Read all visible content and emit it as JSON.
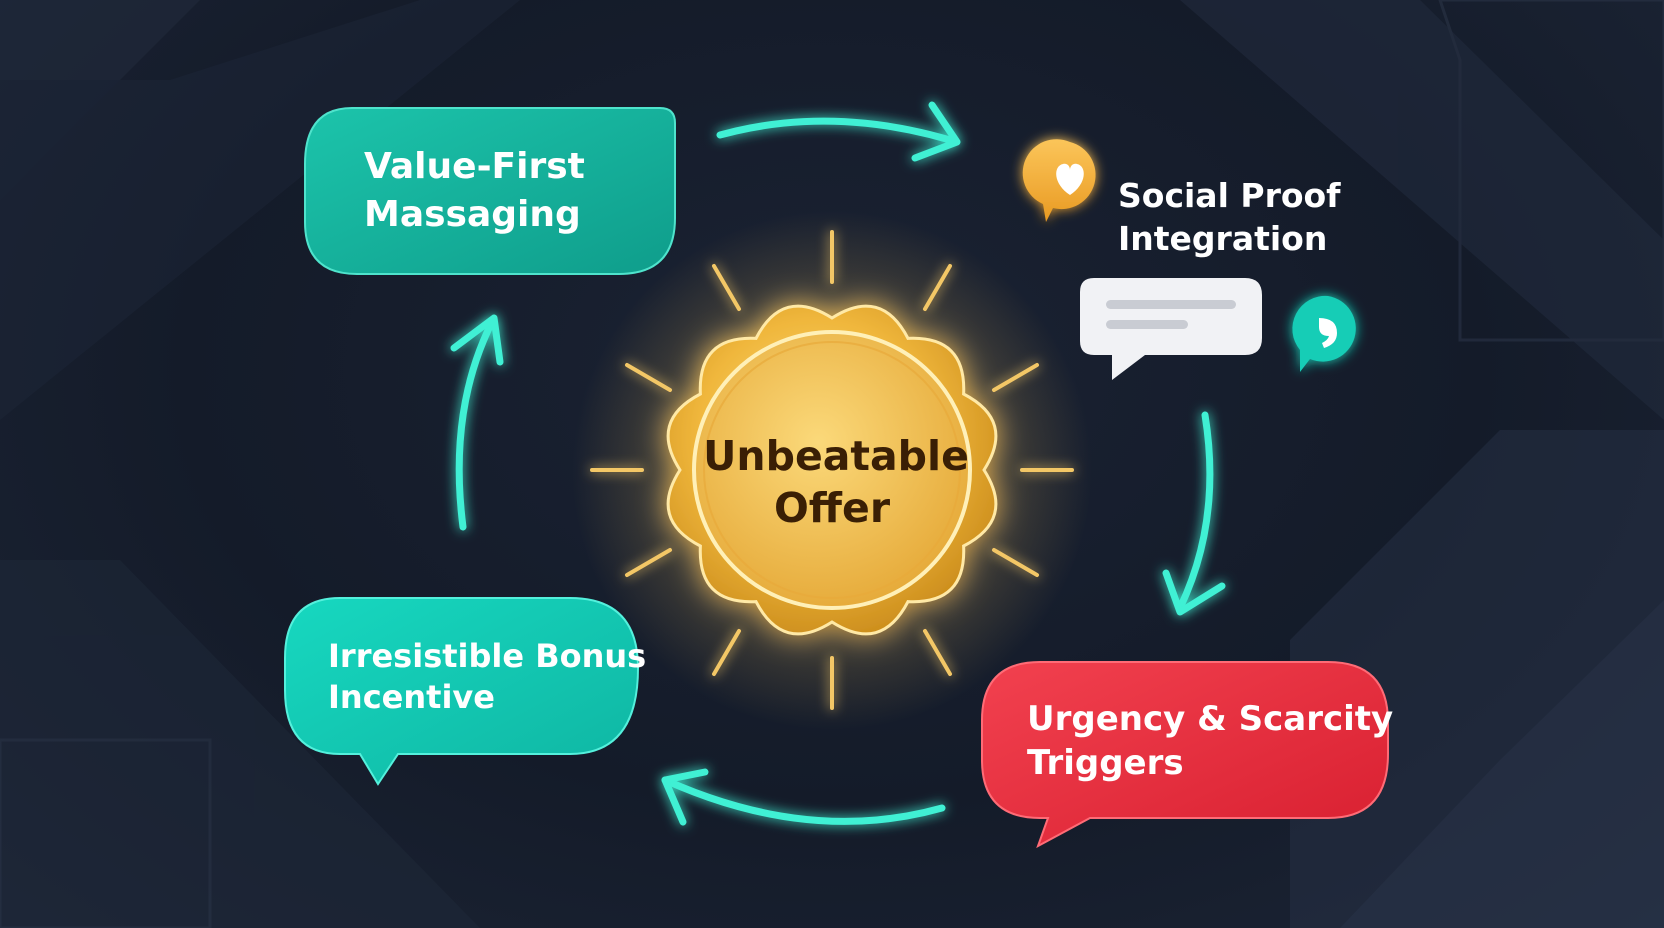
{
  "center": {
    "line1": "Unbeatable",
    "line2": "Offer"
  },
  "nodes": {
    "value_first": {
      "line1": "Value-First",
      "line2": "Massaging",
      "color": "#14b39c"
    },
    "social_proof": {
      "line1": "Social Proof",
      "line2": "Integration",
      "icon": "heart-chat-icon"
    },
    "urgency": {
      "line1": "Urgency & Scarcity",
      "line2": "Triggers",
      "color": "#ee2c3c"
    },
    "bonus": {
      "line1": "Irresistible Bonus",
      "line2": "Incentive",
      "color": "#12c9b2"
    }
  },
  "colors": {
    "arrow": "#3ff0d4",
    "badge": "#f2b93f",
    "badge_text": "#3a1f05",
    "background": "#161d2b"
  }
}
